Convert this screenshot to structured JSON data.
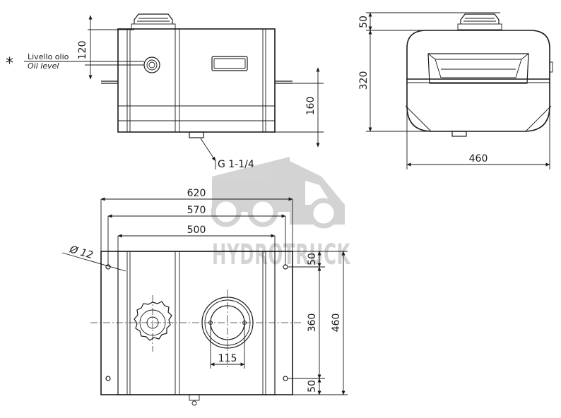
{
  "side_view": {
    "dim_top_height": "120",
    "dim_flange_height": "160",
    "oil_level_label_it": "Livello olio",
    "oil_level_label_en": "Oil level",
    "asterisk": "*",
    "drain_thread": "G 1-1/4"
  },
  "end_view": {
    "dim_cap_height": "50",
    "dim_body_height": "320",
    "dim_width": "460"
  },
  "top_view": {
    "dim_overall_length": "620",
    "dim_hole_spacing": "570",
    "dim_body_length": "500",
    "dim_hole_diameter": "Ø 12",
    "dim_edge_top": "50",
    "dim_hole_spacing_depth": "360",
    "dim_overall_depth": "460",
    "dim_edge_bottom": "50",
    "dim_port_diameter": "115"
  },
  "watermark": {
    "brand": "HYDROTRUCK"
  }
}
